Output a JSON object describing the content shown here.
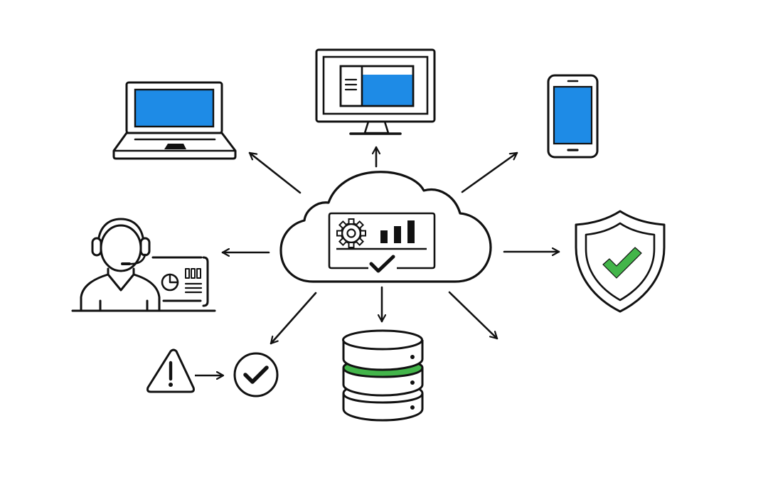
{
  "diagram": {
    "title": "",
    "hub": {
      "name": "cloud-platform",
      "icon": "cloud-icon",
      "dashboard": {
        "icons": [
          "gear-icon",
          "bar-chart-icon",
          "checkmark-icon"
        ],
        "bar_levels": [
          0.55,
          0.75,
          1.0
        ]
      }
    },
    "nodes": [
      {
        "id": "laptop",
        "icon": "laptop-icon"
      },
      {
        "id": "desktop",
        "icon": "desktop-monitor-icon"
      },
      {
        "id": "smartphone",
        "icon": "smartphone-icon"
      },
      {
        "id": "support-agent",
        "icon": "headset-agent-icon"
      },
      {
        "id": "security",
        "icon": "shield-check-icon"
      },
      {
        "id": "database",
        "icon": "database-icon"
      },
      {
        "id": "issue-resolution",
        "icon": "warning-to-check-icon"
      }
    ],
    "edges": [
      {
        "from": "cloud-platform",
        "to": "laptop"
      },
      {
        "from": "cloud-platform",
        "to": "desktop"
      },
      {
        "from": "cloud-platform",
        "to": "smartphone"
      },
      {
        "from": "cloud-platform",
        "to": "support-agent"
      },
      {
        "from": "cloud-platform",
        "to": "security"
      },
      {
        "from": "cloud-platform",
        "to": "database"
      },
      {
        "from": "cloud-platform",
        "to": "issue-resolution"
      },
      {
        "from": "cloud-platform",
        "to": "unlabeled-bottom-right"
      }
    ],
    "colors": {
      "stroke": "#111111",
      "screen_blue": "#1E8BE6",
      "accent_green": "#43B54A",
      "background": "#FFFFFF"
    }
  }
}
